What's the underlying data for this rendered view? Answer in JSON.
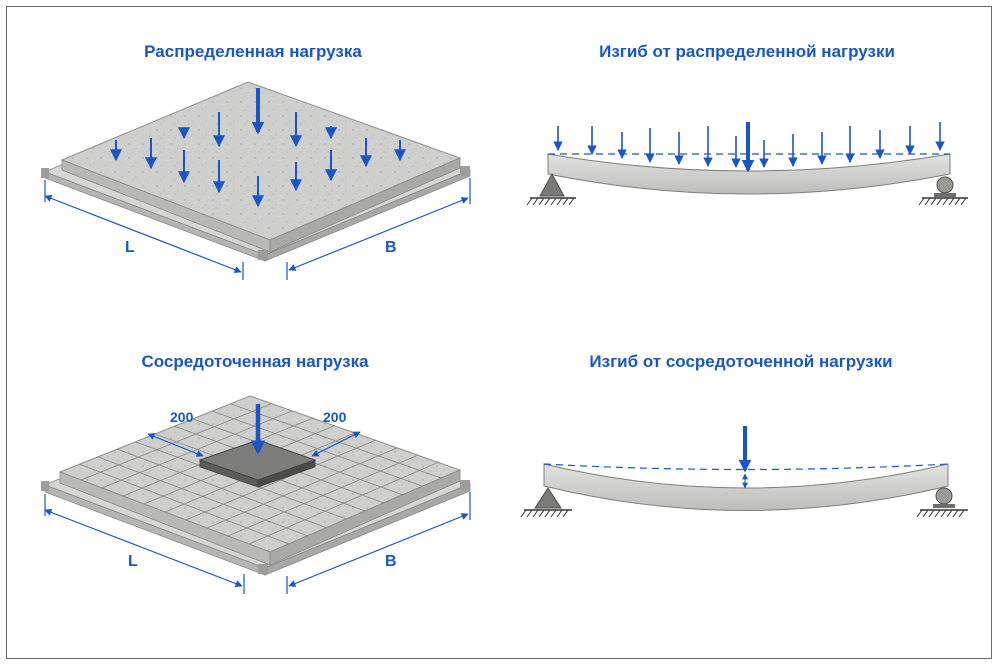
{
  "titles": {
    "top_left": "Распределенная нагрузка",
    "top_right": "Изгиб от распределенной нагрузки",
    "bottom_left": "Сосредоточенная нагрузка",
    "bottom_right": "Изгиб от сосредоточенной нагрузки"
  },
  "dimensions": {
    "length_label": "L",
    "width_label": "B",
    "patch_x": "200",
    "patch_y": "200"
  },
  "colors": {
    "accent": "#1a56c4",
    "concrete": "#c9c9c7",
    "frame": "#6b6b6b"
  }
}
